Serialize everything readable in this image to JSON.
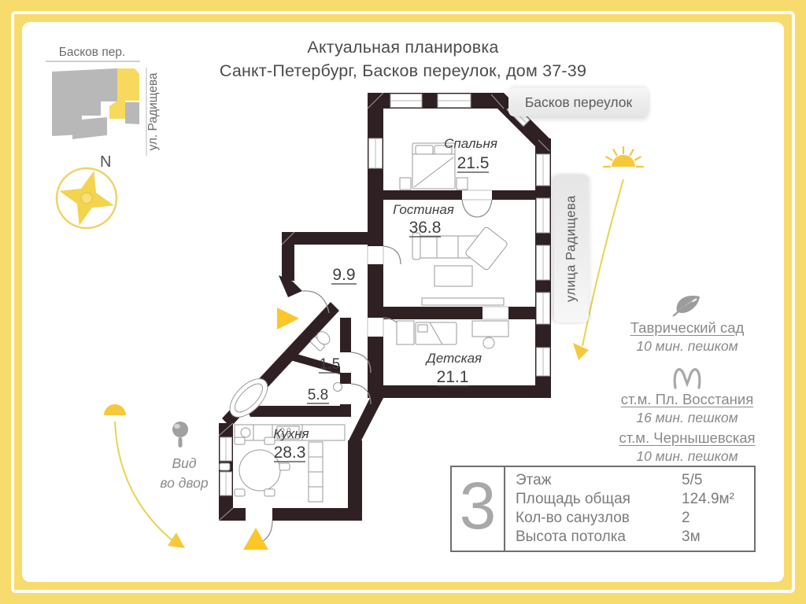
{
  "title": {
    "line1": "Актуальная планировка",
    "line2": "Санкт-Петербург, Басков переулок, дом 37-39"
  },
  "minimap": {
    "street_top": "Басков пер.",
    "street_right": "ул. Радищева",
    "north": "N"
  },
  "banners": {
    "top": "Басков переулок",
    "right": "улица Радищева"
  },
  "rooms": [
    {
      "name": "Спальня",
      "area": "21.5"
    },
    {
      "name": "Гостиная",
      "area": "36.8"
    },
    {
      "area": "9.9"
    },
    {
      "area": "1.5"
    },
    {
      "area": "5.8"
    },
    {
      "name": "Кухня",
      "area": "28.3"
    },
    {
      "name": "Детская",
      "area": "21.1"
    }
  ],
  "poi": {
    "park_name": "Таврический сад",
    "park_time": "10 мин. пешком",
    "metro1_name": "ст.м. Пл. Восстания",
    "metro1_time": "16 мин. пешком",
    "metro2_name": "ст.м. Чернышевская",
    "metro2_time": "10 мин. пешком"
  },
  "courtyard": {
    "line1": "Вид",
    "line2": "во двор"
  },
  "info_table": {
    "floor_number": "3",
    "rows": [
      {
        "label": "Этаж",
        "value": "5/5"
      },
      {
        "label": "Площадь общая",
        "value": "124.9м²"
      },
      {
        "label": "Кол-во санузлов",
        "value": "2"
      },
      {
        "label": "Высота потолка",
        "value": "3м"
      }
    ]
  },
  "icons": {
    "compass": "compass-rose-icon",
    "sun_right": "sun-icon",
    "sun_left": "half-sun-icon",
    "park": "leaf-icon",
    "metro": "metro-m-icon",
    "courtyard": "pin-icon"
  },
  "colors": {
    "frame_yellow": "#f8db6d",
    "wall": "#2f2123",
    "accent_yellow": "#fdc629",
    "sun_yellow": "#f6c93c",
    "text_dark": "#4b4b4b",
    "text_gray": "#8a8a8a",
    "map_gray": "#b8b8b8",
    "map_yellow": "#f7d95e",
    "banner_bg": "#ededed"
  }
}
